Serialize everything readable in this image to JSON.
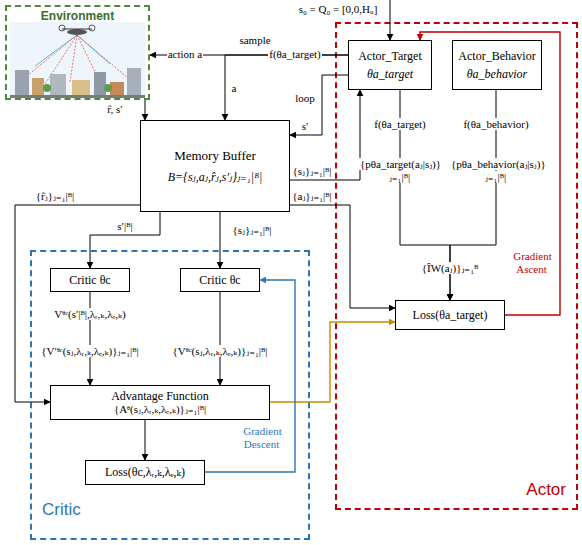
{
  "diagram": {
    "nodes": [
      {
        "text": [
          "Environment"
        ]
      },
      {
        "text": [
          "Memory Buffer",
          "B={sⱼ,aⱼ,r̂ⱼ,s′ⱼ}ⱼ₌₁|ᴮ|"
        ]
      },
      {
        "text": [
          "Actor"
        ]
      },
      {
        "text": [
          "Actor_Target",
          "θa_target"
        ],
        "in": 2
      },
      {
        "text": [
          "Actor_Behavior",
          "θa_behavior"
        ],
        "in": 2
      },
      {
        "text": [
          "Loss(θa_target)"
        ],
        "in": 2
      },
      {
        "text": [
          "Critic"
        ]
      },
      {
        "text": [
          "Critic θc"
        ],
        "in": 6
      },
      {
        "text": [
          "Critic θc"
        ],
        "in": 6
      },
      {
        "text": [
          "Advantage Function",
          "{Aᶿ(sⱼ,λᵣ,ₖ,λₑ,ₖ)}ⱼ₌₁|ᴮ|"
        ],
        "in": 6
      },
      {
        "text": [
          "Loss(θc,λᵣ,ₖ,λₑ,ₖ)"
        ],
        "in": 6
      }
    ],
    "edges": [
      {
        "from": 0,
        "to": 1,
        "label": "r̂, s′",
        "arrow": "to"
      },
      {
        "from": 3,
        "to": 0,
        "label": "action a",
        "arrow": "to"
      },
      {
        "from": 3,
        "to": 1,
        "label": "a",
        "arrow": "to"
      },
      {
        "from": 3,
        "to": 1,
        "label": "s′",
        "arrow": "to"
      },
      {
        "from": 1,
        "to": 3,
        "label": "{sⱼ}ⱼ₌₁|ᴮ|",
        "arrow": "to"
      },
      {
        "from": 1,
        "to": 5,
        "label": "{aⱼ}ⱼ₌₁|ᴮ|",
        "arrow": "to"
      },
      {
        "from": 3,
        "to": 5,
        "arrow": "to"
      },
      {
        "from": 4,
        "to": 5,
        "arrow": "to"
      },
      {
        "from": 5,
        "to": 3,
        "label": "Gradient Ascent",
        "arrow": "to"
      },
      {
        "from": 1,
        "to": 7,
        "label": "s′|ᴮ|",
        "arrow": "to"
      },
      {
        "from": 1,
        "to": 8,
        "label": "{sⱼ}ⱼ₌₁|ᴮ|",
        "arrow": "to"
      },
      {
        "from": 1,
        "to": 9,
        "label": "{r̂ⱼ}ⱼ₌₁|ᴮ|",
        "arrow": "to"
      },
      {
        "from": 7,
        "to": 9,
        "arrow": "to"
      },
      {
        "from": 8,
        "to": 9,
        "arrow": "to"
      },
      {
        "from": 9,
        "to": 10,
        "arrow": "to"
      },
      {
        "from": 9,
        "to": 5,
        "arrow": "to"
      },
      {
        "from": 10,
        "to": 8,
        "label": "Gradient Descent",
        "arrow": "to"
      }
    ],
    "labels": [
      "s₀ = Q₀ = [0,0,Hᵤ]",
      "f(θa_target)",
      "sample",
      "loop",
      "f(θa_target)",
      "f(θa_behavior)",
      "{pθa_target(aⱼ|sⱼ)}ⱼ₌₁|ᴮ|",
      "{pθa_behavior(aⱼ|sⱼ)}ⱼ₌₁|ᴮ|",
      "{ÎW(aⱼ)}ⱼ₌₁ᴮ",
      "Vᶿᶜ(s′|ᴮ|,λᵣ,ₖ,λₑ,ₖ)",
      "{V′ᶿᶜ(sⱼ,λᵣ,ₖ,λₑ,ₖ)}ⱼ₌₁|ᴮ|",
      "{Vᶿᶜ(sⱼ,λᵣ,ₖ,λₑ,ₖ)}ⱼ₌₁|ᴮ|"
    ]
  }
}
